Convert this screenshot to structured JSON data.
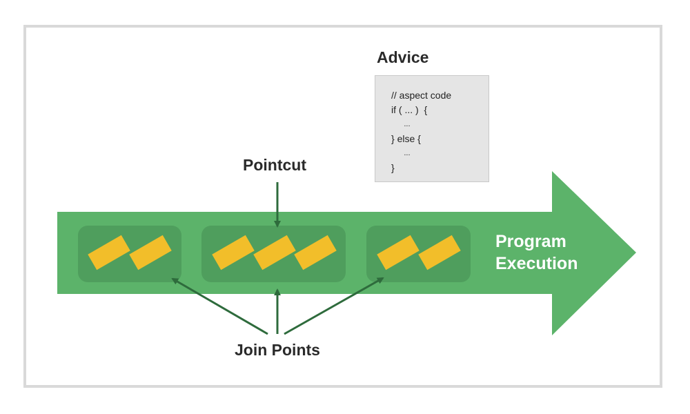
{
  "advice": {
    "title": "Advice",
    "code_lines": [
      "// aspect code",
      "if ( ... )  {",
      "      ...",
      "} else {",
      "      ...",
      "}"
    ]
  },
  "pointcut": {
    "label": "Pointcut"
  },
  "join_points": {
    "label": "Join Points"
  },
  "program_execution": {
    "line1": "Program",
    "line2": "Execution"
  },
  "colors": {
    "arrow_body": "#5cb36a",
    "segment_box": "#4f9e5d",
    "join_point": "#f2be2a",
    "pointer_arrow": "#2e6b3c",
    "code_box": "#e5e5e5",
    "frame_border": "#d9d9d9"
  }
}
